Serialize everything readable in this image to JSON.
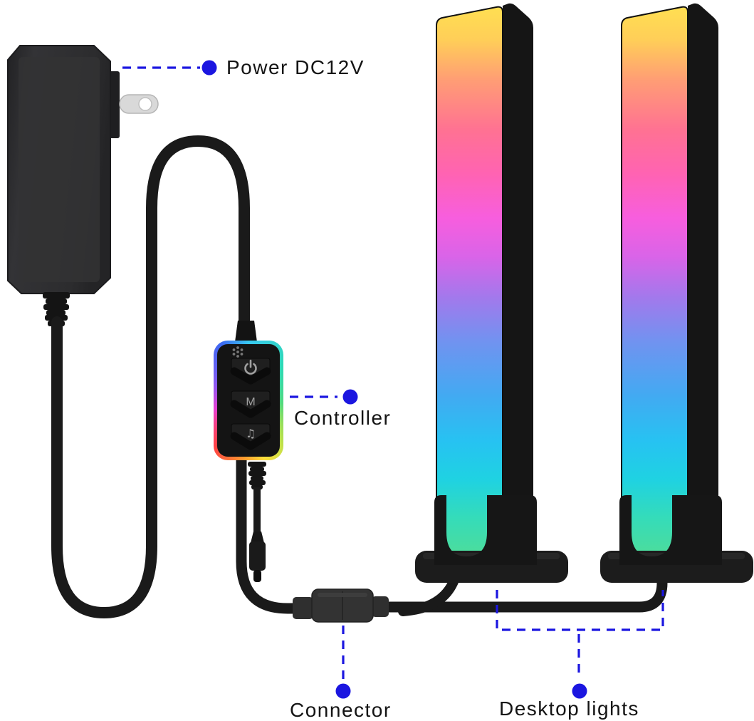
{
  "scene": {
    "background": "#ffffff",
    "description": "RGB desktop light kit parts diagram"
  },
  "palette": {
    "leader_blue": "#1b16e0",
    "label_text": "#141414",
    "cable_black": "#1a1a1a",
    "device_black": "#141414",
    "prong_metal": "#d9d9d9"
  },
  "annotations": {
    "power": {
      "label": "Power DC12V"
    },
    "controller": {
      "label": "Controller"
    },
    "connector": {
      "label": "Connector"
    },
    "desktop_lights": {
      "label": "Desktop lights"
    }
  },
  "controller": {
    "buttons": [
      "power",
      "mode",
      "music"
    ],
    "mode_button_label": "M",
    "music_button_glyph": "♫",
    "rim_colors": [
      "#38c9f2",
      "#2ed9b4",
      "#52d97d",
      "#b8e04b",
      "#ffdf3c",
      "#ff9a2e",
      "#ff4343",
      "#e73fd2",
      "#8d58f0",
      "#3b69f2"
    ]
  },
  "light_bar": {
    "count": 2,
    "gradient_top_to_bottom": [
      "#ffdf52",
      "#ffce58",
      "#ff9e74",
      "#ff7292",
      "#ff63b2",
      "#f75ede",
      "#d964e8",
      "#a478ec",
      "#7292f0",
      "#42aaf2",
      "#27c2f2",
      "#1fd2e2",
      "#35dcb9",
      "#52dd95"
    ]
  }
}
